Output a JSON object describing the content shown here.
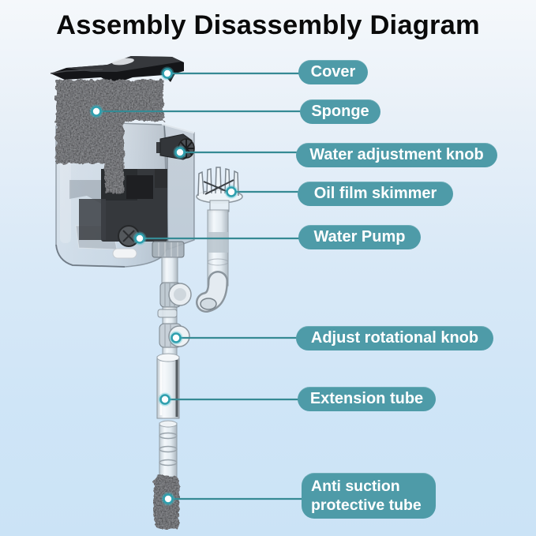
{
  "title": "Assembly Disassembly Diagram",
  "labels": [
    {
      "id": "cover",
      "text": "Cover"
    },
    {
      "id": "sponge",
      "text": "Sponge"
    },
    {
      "id": "water-adjustment-knob",
      "text": "Water adjustment knob"
    },
    {
      "id": "oil-film-skimmer",
      "text": "Oil film skimmer"
    },
    {
      "id": "water-pump",
      "text": "Water Pump"
    },
    {
      "id": "adjust-rotational-knob",
      "text": "Adjust rotational knob"
    },
    {
      "id": "extension-tube",
      "text": "Extension tube"
    },
    {
      "id": "anti-suction-protective-tube",
      "text": "Anti suction protective tube",
      "line1": "Anti suction",
      "line2": "protective tube"
    }
  ],
  "colors": {
    "background_top": "#f5f8fb",
    "background_bottom": "#cbe3f6",
    "title_text": "#0a0a0a",
    "label_background": "#4e9ba8",
    "label_text": "#ffffff",
    "leader_line": "#368a94",
    "anchor_dot_ring": "#2f9fae",
    "anchor_dot_center": "#ffffff"
  }
}
